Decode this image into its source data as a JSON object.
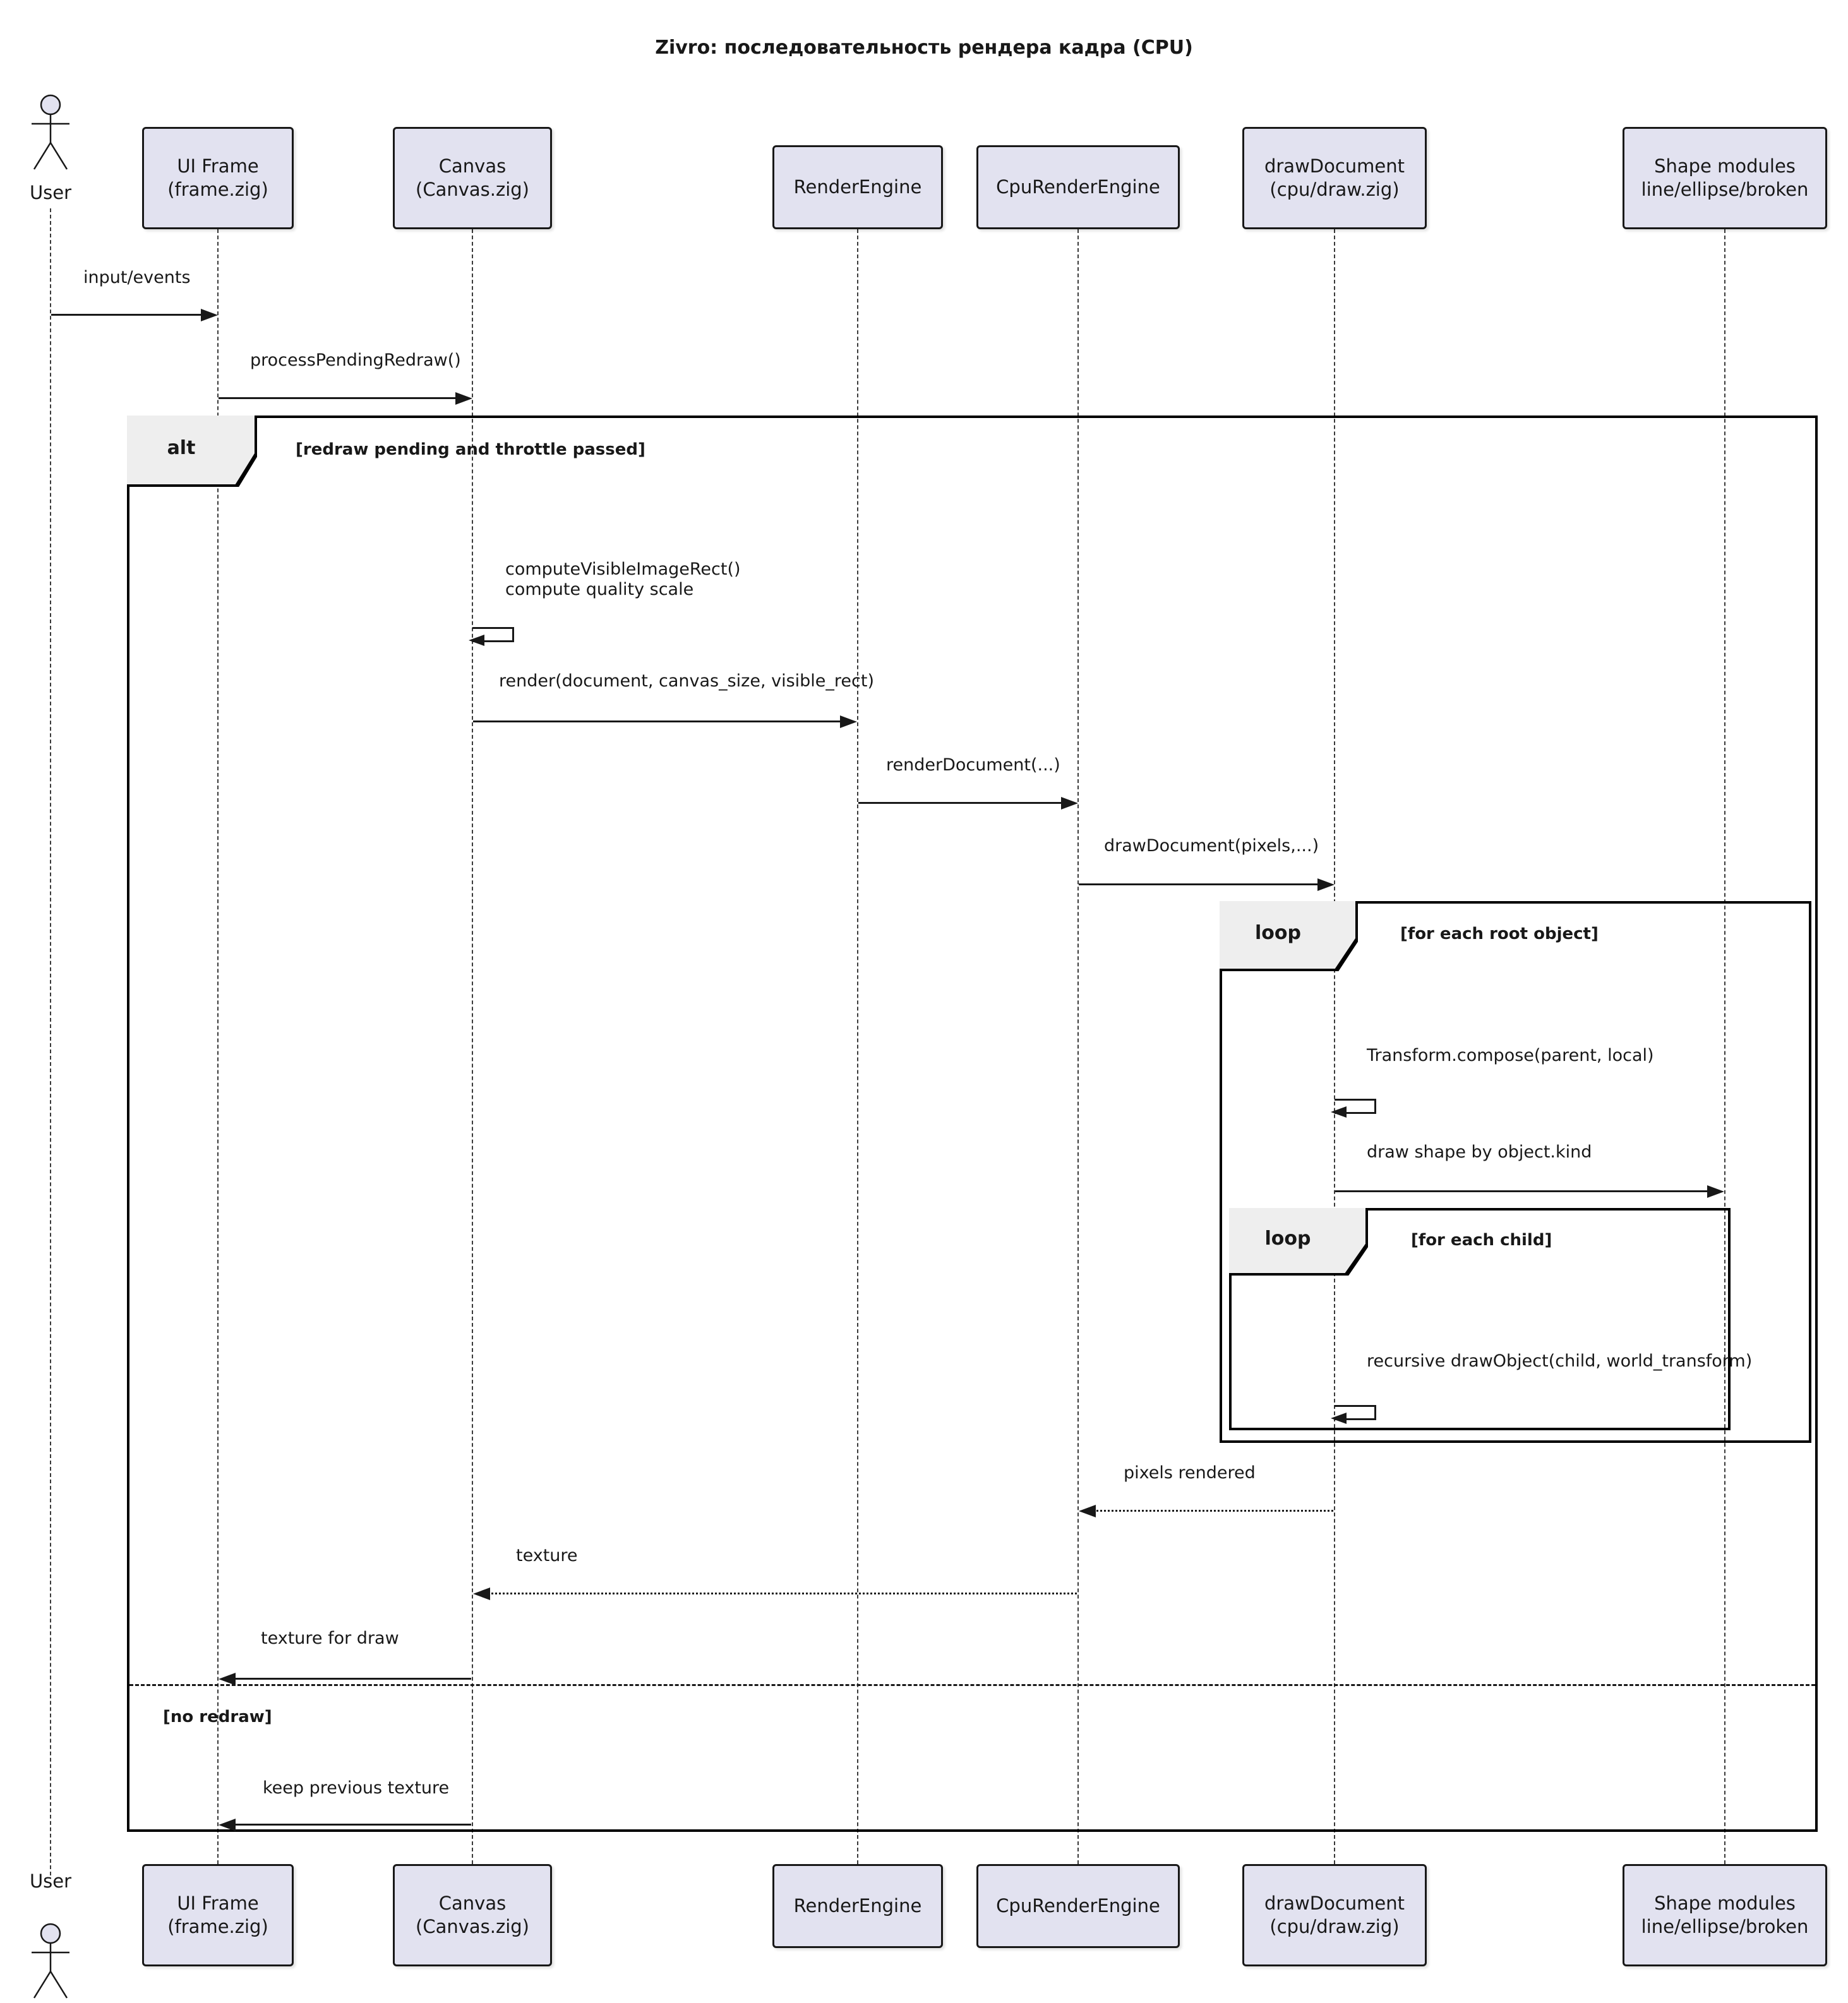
{
  "title": "Zivro: последовательность рендера кадра (CPU)",
  "actors": {
    "user": "User"
  },
  "participants": [
    {
      "name": "UI Frame\n(frame.zig)"
    },
    {
      "name": "Canvas\n(Canvas.zig)"
    },
    {
      "name": "RenderEngine"
    },
    {
      "name": "CpuRenderEngine"
    },
    {
      "name": "drawDocument\n(cpu/draw.zig)"
    },
    {
      "name": "Shape modules\nline/ellipse/broken"
    }
  ],
  "frames": {
    "alt": {
      "type_label": "alt",
      "guard": "[redraw pending and throttle passed]",
      "else_guard": "[no redraw]"
    },
    "loop_root": {
      "type_label": "loop",
      "guard": "[for each root object]"
    },
    "loop_child": {
      "type_label": "loop",
      "guard": "[for each child]"
    }
  },
  "messages": {
    "input_events": "input/events",
    "process_pending_redraw": "processPendingRedraw()",
    "compute_visible": "computeVisibleImageRect()\ncompute quality scale",
    "render": "render(document, canvas_size, visible_rect)",
    "render_document": "renderDocument(...)",
    "draw_document": "drawDocument(pixels,...)",
    "transform_compose": "Transform.compose(parent, local)",
    "draw_shape": "draw shape by object.kind",
    "recursive_draw": "recursive drawObject(child, world_transform)",
    "pixels_rendered": "pixels rendered",
    "texture": "texture",
    "texture_for_draw": "texture for draw",
    "keep_previous_texture": "keep previous texture"
  },
  "colors": {
    "background": "#FFFFFF",
    "participant_fill": "#E2E2F0",
    "participant_border": "#181818",
    "frame_border": "#000000",
    "frame_header_fill": "#EEEEEE",
    "arrow": "#181818",
    "text": "#181818"
  }
}
